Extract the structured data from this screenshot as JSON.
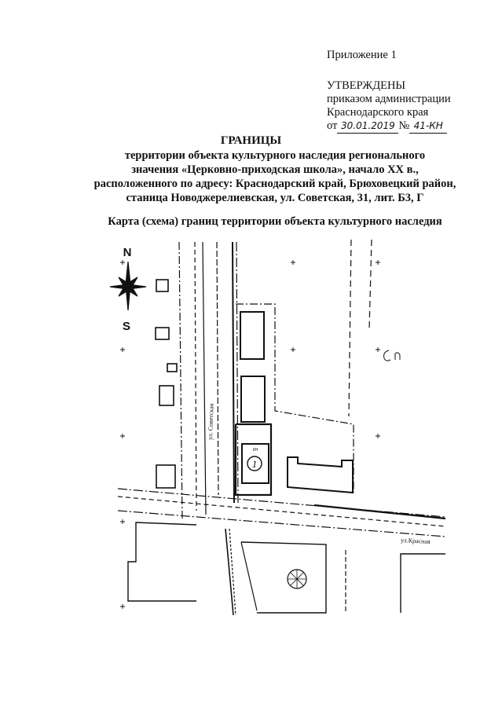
{
  "header": {
    "appendix": "Приложение 1",
    "approved": "УТВЕРЖДЕНЫ",
    "order_line1": "приказом администрации",
    "order_line2": "Краснодарского края",
    "date_prefix": "от",
    "date_value": "30.01.2019",
    "number_prefix": "№",
    "number_value": "41-КН"
  },
  "title": {
    "main": "ГРАНИЦЫ",
    "line1": "территории объекта культурного наследия регионального",
    "line2": "значения «Церковно-приходская школа», начало XX в.,",
    "line3": "расположенного по адресу: Краснодарский край, Брюховецкий район,",
    "line4": "станица Новоджерелиевская, ул. Советская, 31, лит. Б3, Г"
  },
  "map": {
    "caption": "Карта (схема) границ территории объекта культурного наследия",
    "compass_north": "N",
    "compass_south": "S",
    "street_sovetskaya": "ул. Советская",
    "street_krasnaya": "ул.Красная",
    "object_number": "1",
    "building_label": "КН"
  }
}
